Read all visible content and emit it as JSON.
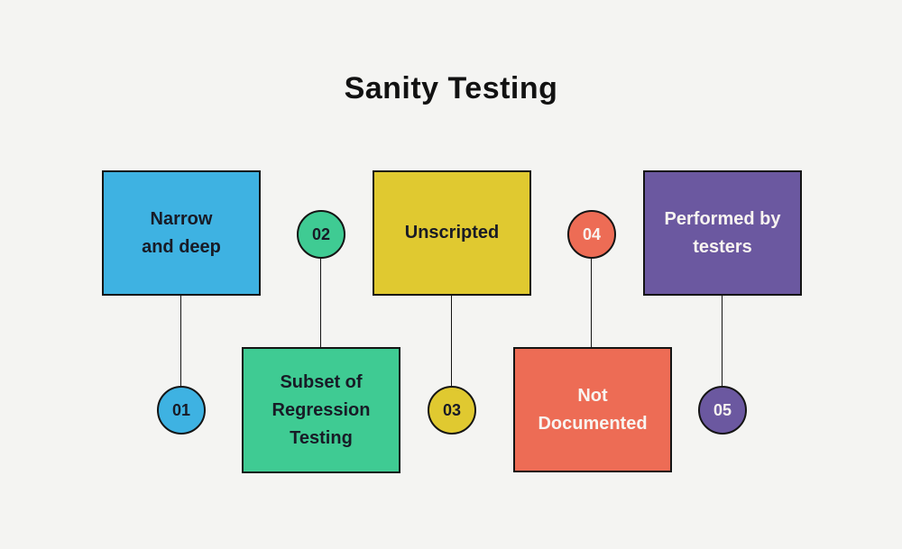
{
  "title": "Sanity Testing",
  "colors": {
    "background": "#f4f4f2",
    "border": "#141414",
    "title_text": "#121212",
    "dark_text": "#181b26",
    "light_text": "#f8f4f0",
    "blue": "#3eb2e2",
    "green": "#3fcb93",
    "yellow": "#e0c930",
    "red": "#ed6c55",
    "purple": "#6b58a0"
  },
  "items": [
    {
      "number": "01",
      "label": "Narrow\nand deep",
      "fill": "#3eb2e2",
      "label_color": "#181b26",
      "number_color": "#181b26",
      "layout": "box-top"
    },
    {
      "number": "02",
      "label": "Subset of\nRegression\nTesting",
      "fill": "#3fcb93",
      "label_color": "#181b26",
      "number_color": "#181b26",
      "layout": "box-bottom"
    },
    {
      "number": "03",
      "label": "Unscripted",
      "fill": "#e0c930",
      "label_color": "#181b26",
      "number_color": "#181b26",
      "layout": "box-top"
    },
    {
      "number": "04",
      "label": "Not\nDocumented",
      "fill": "#ed6c55",
      "label_color": "#f8f4f0",
      "number_color": "#f8f4f0",
      "layout": "box-bottom"
    },
    {
      "number": "05",
      "label": "Performed by\ntesters",
      "fill": "#6b58a0",
      "label_color": "#f8f4f0",
      "number_color": "#f8f4f0",
      "layout": "box-top"
    }
  ]
}
